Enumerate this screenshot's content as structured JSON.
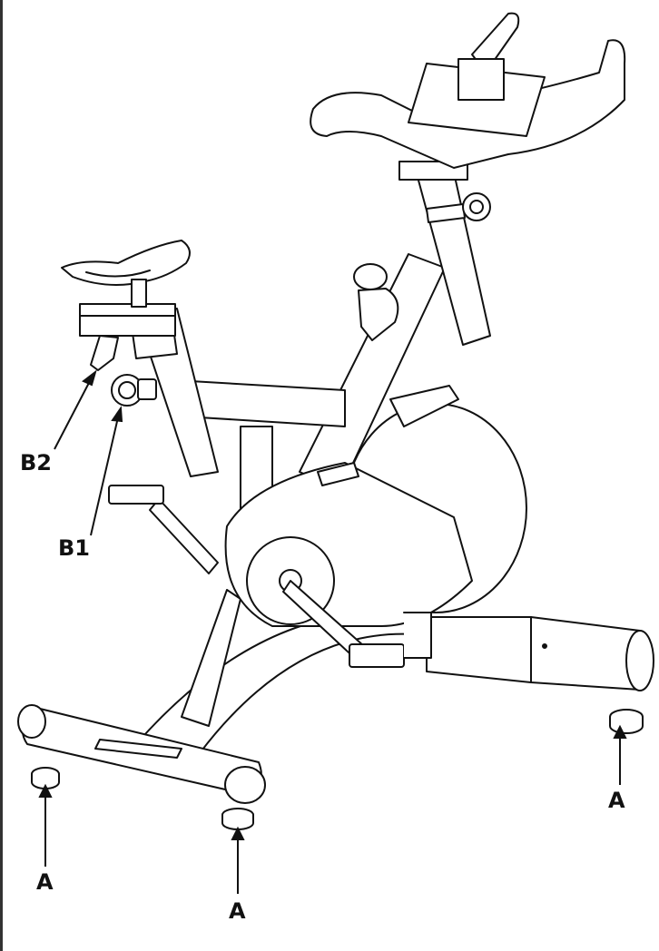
{
  "labels": {
    "foot_left_front": "A",
    "foot_left_rear": "A",
    "foot_right": "A",
    "knob_b1": "B1",
    "lever_b2": "B2"
  },
  "colors": {
    "line": "#111111",
    "fill": "#ffffff"
  }
}
